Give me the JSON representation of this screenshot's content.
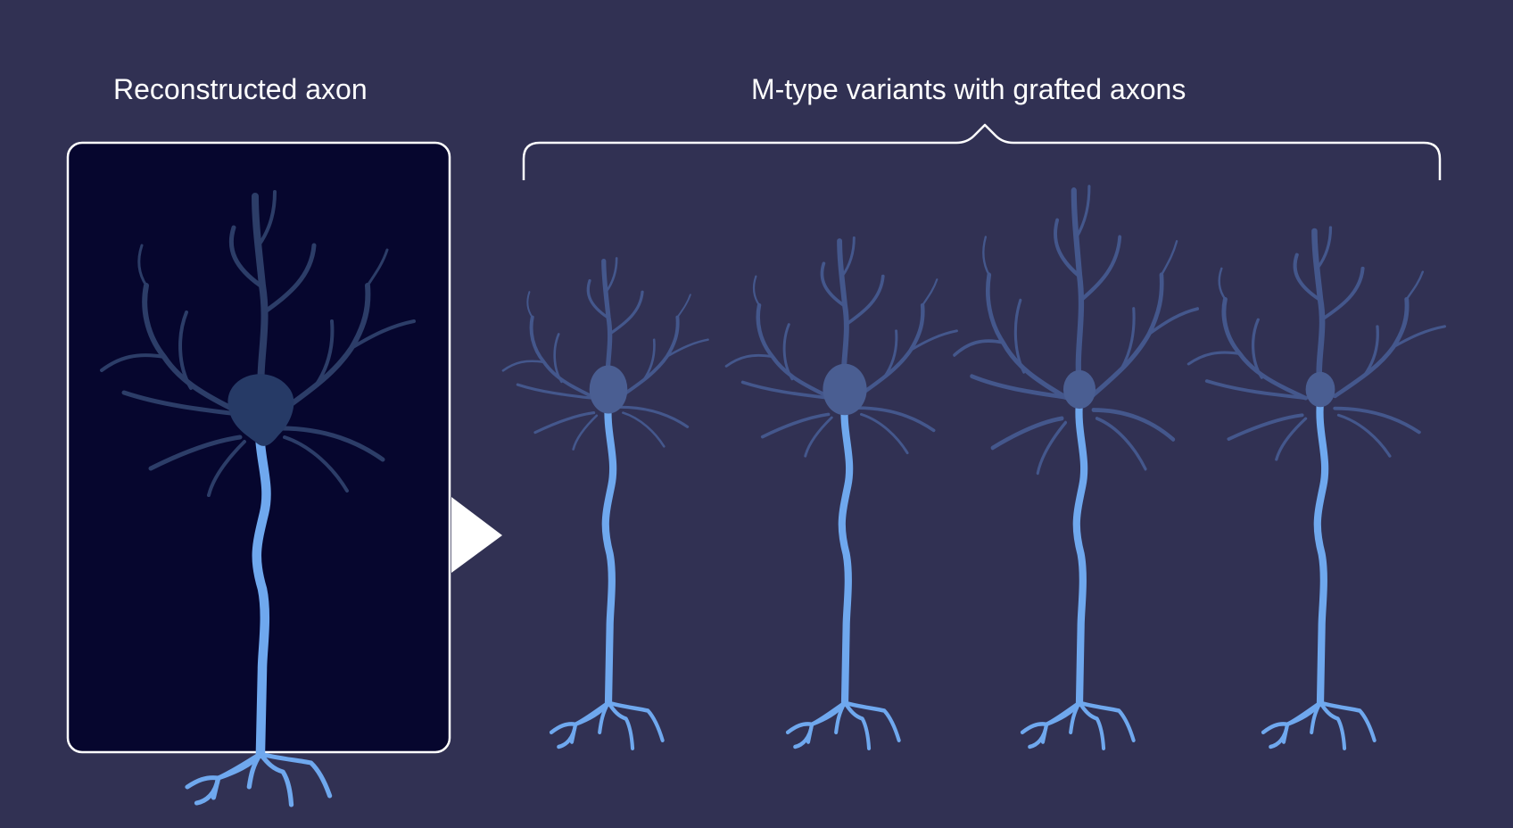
{
  "titles": {
    "reconstructed": "Reconstructed axon",
    "variants": "M-type variants with grafted axons"
  },
  "colors": {
    "background": "#313153",
    "panel": "#06062e",
    "axon": "#6fa8ee",
    "dendrite_source": "#2c3d68",
    "soma_source": "#263a66",
    "dendrite_variant": "#44578c",
    "soma_variant": "#4a5e92",
    "outline": "#ffffff"
  },
  "icons": [
    "reconstructed-neuron-icon",
    "arrow-right-icon",
    "curly-brace-icon",
    "variant-neuron-icon"
  ],
  "variant_count": 4
}
